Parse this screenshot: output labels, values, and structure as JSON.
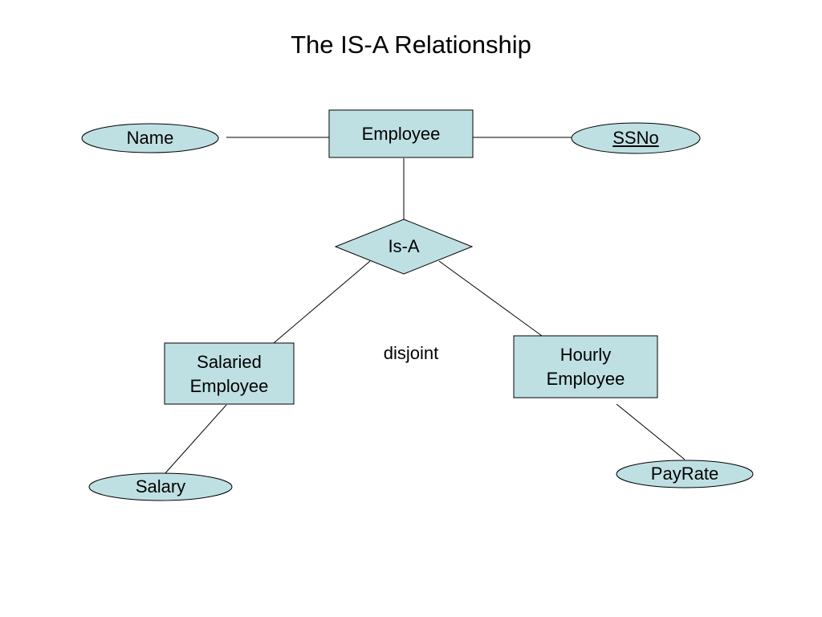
{
  "title": "The IS-A Relationship",
  "colors": {
    "fill": "#bfe0e3",
    "stroke": "#000000"
  },
  "entities": {
    "employee": "Employee",
    "salaried_employee": [
      "Salaried",
      "Employee"
    ],
    "hourly_employee": [
      "Hourly",
      "Employee"
    ]
  },
  "attributes": {
    "name": "Name",
    "ssno": "SSNo",
    "salary": "Salary",
    "payrate": "PayRate"
  },
  "relationship": {
    "label": "Is-A"
  },
  "constraint": "disjoint"
}
